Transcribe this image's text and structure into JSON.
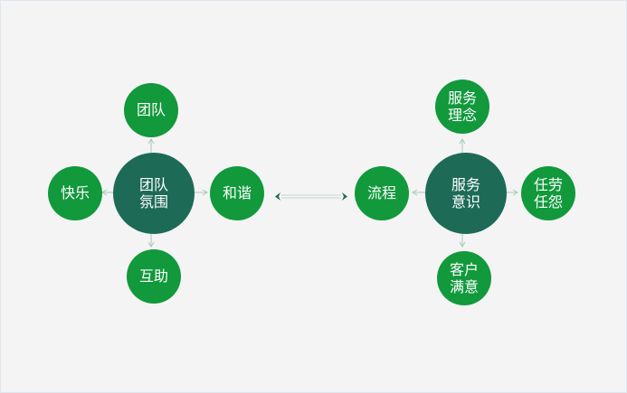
{
  "colors": {
    "hub": "#1d6b57",
    "satellite": "#11993c",
    "line": "#a9c8ba",
    "bridge_arrow": "#1d6b57"
  },
  "left": {
    "hub": {
      "lines": [
        "团队",
        "氛围"
      ]
    },
    "top": {
      "lines": [
        "团队"
      ]
    },
    "left": {
      "lines": [
        "快乐"
      ]
    },
    "right": {
      "lines": [
        "和谐"
      ]
    },
    "bottom": {
      "lines": [
        "互助"
      ]
    }
  },
  "right": {
    "hub": {
      "lines": [
        "服务",
        "意识"
      ]
    },
    "top": {
      "lines": [
        "服务",
        "理念"
      ]
    },
    "left": {
      "lines": [
        "流程"
      ]
    },
    "right": {
      "lines": [
        "任劳",
        "任怨"
      ]
    },
    "bottom": {
      "lines": [
        "客户",
        "满意"
      ]
    }
  },
  "bridge": {
    "direction": "bidirectional"
  }
}
